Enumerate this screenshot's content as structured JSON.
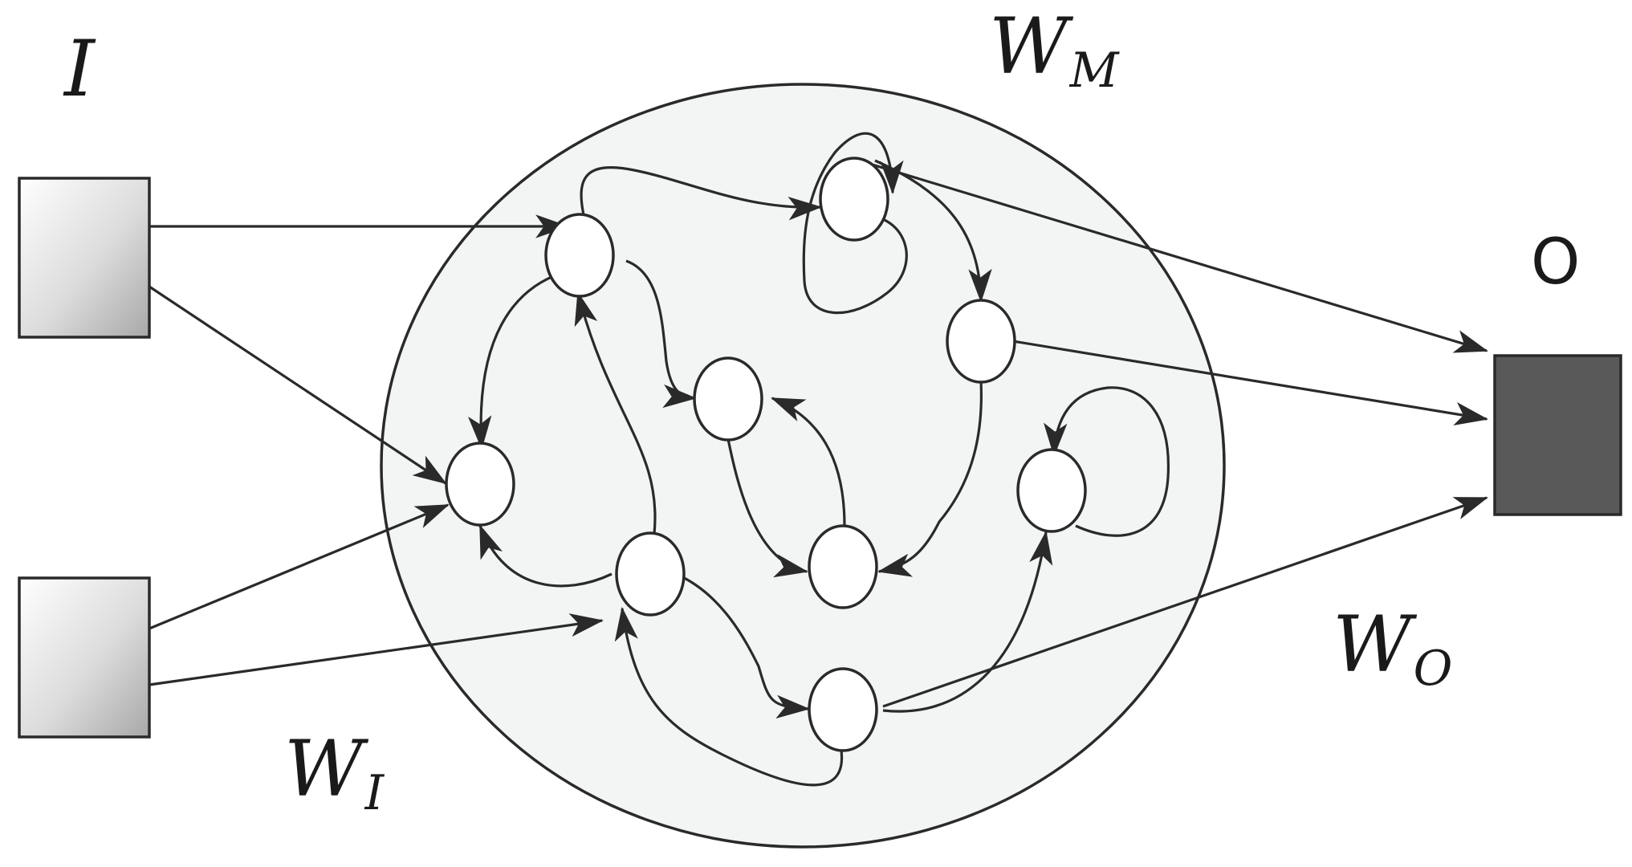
{
  "labels": {
    "input": "I",
    "output": "O",
    "reservoir_weights": "W",
    "reservoir_weights_sub": "M",
    "input_weights": "W",
    "input_weights_sub": "I",
    "output_weights": "W",
    "output_weights_sub": "O"
  },
  "colors": {
    "line": "#2a2a2a",
    "reservoir_fill": "#f3f5f5",
    "neuron_fill": "#ffffff",
    "input_gradient_light": "#ffffff",
    "input_gradient_dark": "#b0b0b0",
    "output_fill": "#595959"
  },
  "nodes": {
    "input_units": [
      "input-unit-1",
      "input-unit-2"
    ],
    "output_units": [
      "output-unit"
    ],
    "reservoir_neurons": [
      "neuron-a",
      "neuron-b",
      "neuron-c",
      "neuron-d",
      "neuron-e",
      "neuron-f",
      "neuron-g",
      "neuron-h",
      "neuron-i",
      "neuron-j"
    ]
  }
}
